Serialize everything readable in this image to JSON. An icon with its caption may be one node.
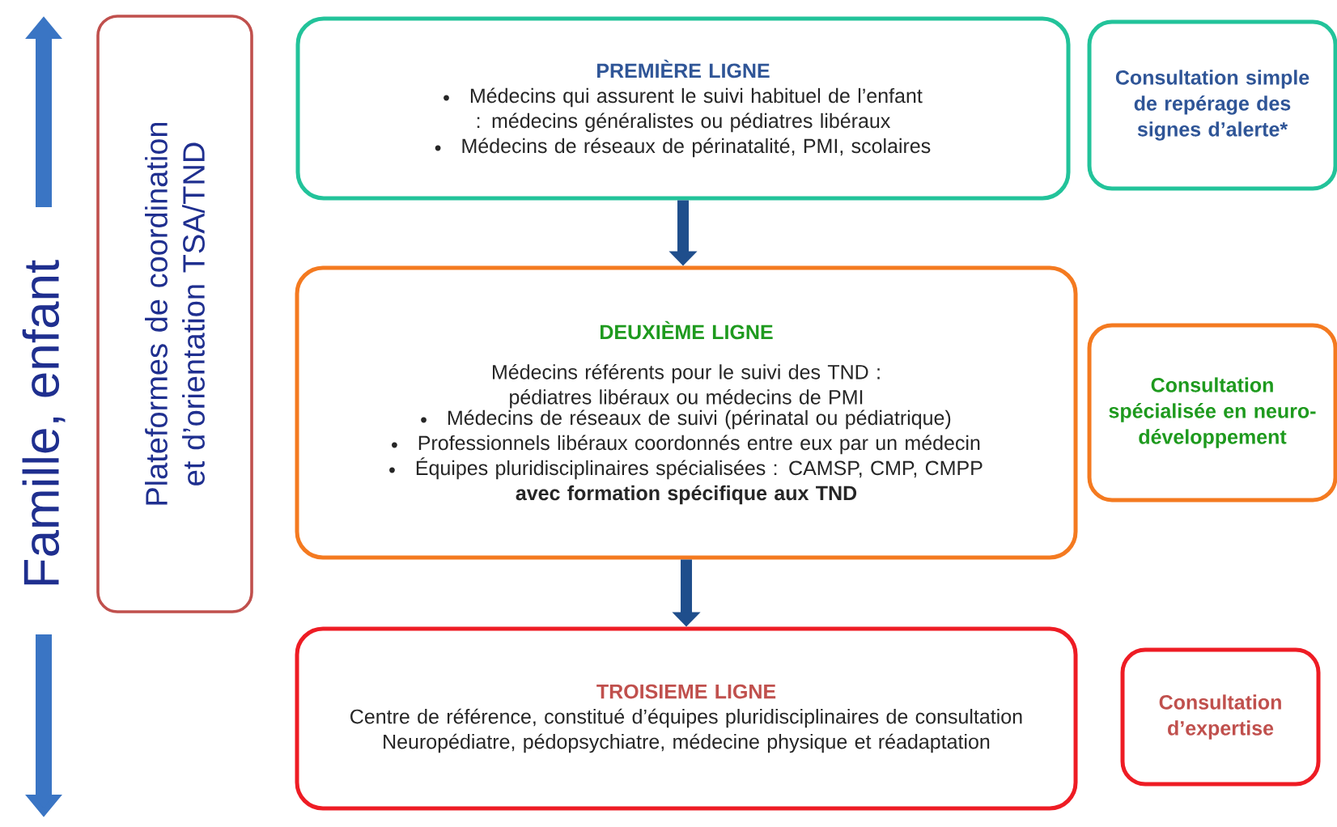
{
  "diagram": {
    "nodes": [
      {
        "text": [
          "Plateformes de coordination et d’orientation TSA/TND"
        ]
      },
      {
        "text": [
          "PREMIÈRE LIGNE",
          "Médecins qui assurent le suivi habituel de l’enfant : médecins généralistes ou pédiatres libéraux",
          "Médecins de réseaux de périnatalité, PMI, scolaires"
        ]
      },
      {
        "text": [
          "DEUXIÈME LIGNE",
          "Médecins référents pour le suivi des TND : pédiatres libéraux ou médecins de PMI",
          "Médecins de réseaux de suivi (périnatal ou pédiatrique)",
          "Professionnels libéraux coordonnés entre eux par un médecin",
          "Équipes pluridisciplinaires spécialisées : CAMSP, CMP, CMPP",
          "avec formation spécifique aux TND"
        ]
      },
      {
        "text": [
          "TROISIEME LIGNE",
          "Centre de référence, constitué d’équipes pluridisciplinaires de consultation",
          "Neuropédiatre, pédopsychiatre, médecine physique et réadaptation"
        ]
      },
      {
        "text": [
          "Consultation simple de repérage des signes d’alerte*"
        ]
      },
      {
        "text": [
          "Consultation spécialisée en neuro-développement"
        ]
      },
      {
        "text": [
          "Consultation d’expertise"
        ]
      }
    ],
    "edges": [
      {
        "from": 1,
        "to": 2,
        "arrow": "to"
      },
      {
        "from": 2,
        "to": 3,
        "arrow": "to"
      }
    ],
    "labels": [
      "Famille, enfant"
    ]
  }
}
